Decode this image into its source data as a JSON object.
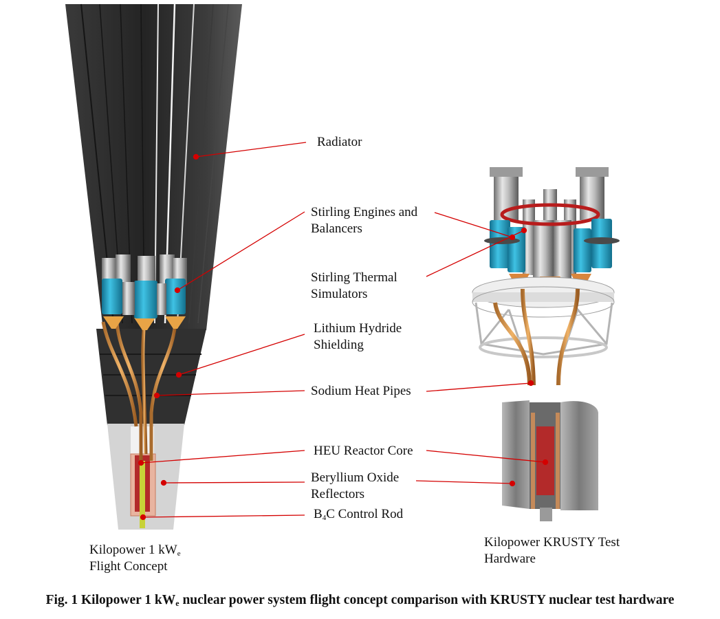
{
  "labels": {
    "radiator": "Radiator",
    "stirling_engines": [
      "Stirling Engines and",
      "Balancers"
    ],
    "stirling_thermal": [
      "Stirling Thermal",
      "Simulators"
    ],
    "lithium_hydride": [
      "Lithium Hydride",
      "Shielding"
    ],
    "sodium_heat_pipes": "Sodium Heat Pipes",
    "heu_core": "HEU Reactor Core",
    "beryllium_oxide": [
      "Beryllium Oxide",
      "Reflectors"
    ],
    "control_rod": {
      "prefix": "B",
      "sub": "4",
      "suffix": "C Control Rod"
    }
  },
  "flight_concept": {
    "line1_prefix": "Kilopower 1 kW",
    "line1_sub": "e",
    "line2": "Flight Concept"
  },
  "krusty": {
    "line1": "Kilopower KRUSTY Test",
    "line2": "Hardware"
  },
  "caption": {
    "prefix": "Fig. 1 Kilopower 1 kW",
    "sub": "e",
    "suffix": " nuclear power system flight concept comparison with KRUSTY nuclear test hardware"
  },
  "colors": {
    "leader": "#d40000",
    "radiator": "#2b2b2b",
    "stirling_blue": "#2aa6c8",
    "heat_pipe": "#d9a23a",
    "core_red": "#b0141a",
    "shield_gray": "#8c8c8c"
  }
}
